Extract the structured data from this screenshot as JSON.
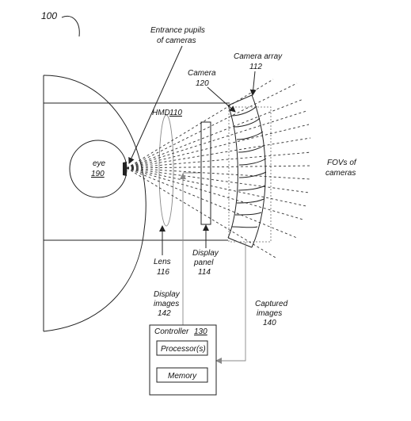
{
  "figure_number": "100",
  "labels": {
    "entrance_pupils": [
      "Entrance pupils",
      "of cameras"
    ],
    "camera_array": [
      "Camera array",
      "112"
    ],
    "camera": [
      "Camera",
      "120"
    ],
    "hmd": "HMD",
    "hmd_ref": "110",
    "eye": "eye",
    "eye_ref": "190",
    "fovs": [
      "FOVs of",
      "cameras"
    ],
    "lens": [
      "Lens",
      "116"
    ],
    "display_panel": [
      "Display",
      "panel",
      "114"
    ],
    "display_images": [
      "Display",
      "images",
      "142"
    ],
    "captured_images": [
      "Captured",
      "images",
      "140"
    ],
    "controller": "Controller",
    "controller_ref": "130",
    "processor": "Processor(s)",
    "memory": "Memory"
  },
  "colors": {
    "line": "#222222",
    "grey_line": "#888888",
    "background": "#ffffff"
  }
}
